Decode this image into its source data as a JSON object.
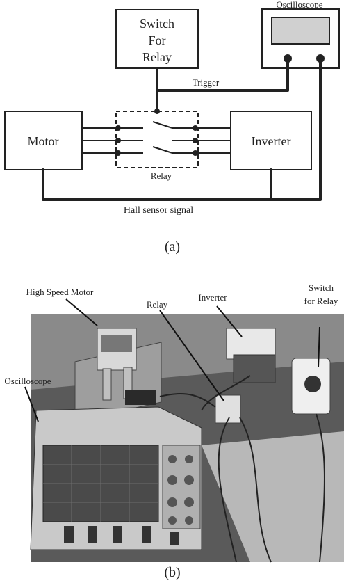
{
  "diagram_a": {
    "switch_box": [
      "Switch",
      "For",
      "Relay"
    ],
    "oscilloscope_label": "Oscilloscope",
    "trigger_label": "Trigger",
    "motor_label": "Motor",
    "inverter_label": "Inverter",
    "relay_label": "Relay",
    "hall_label": "Hall sensor signal",
    "caption": "(a)"
  },
  "photo_b": {
    "labels": {
      "high_speed_motor": "High Speed Motor",
      "relay": "Relay",
      "inverter": "Inverter",
      "switch_line1": "Switch",
      "switch_line2": "for Relay",
      "oscilloscope": "Oscilloscope"
    },
    "caption": "(b)"
  }
}
